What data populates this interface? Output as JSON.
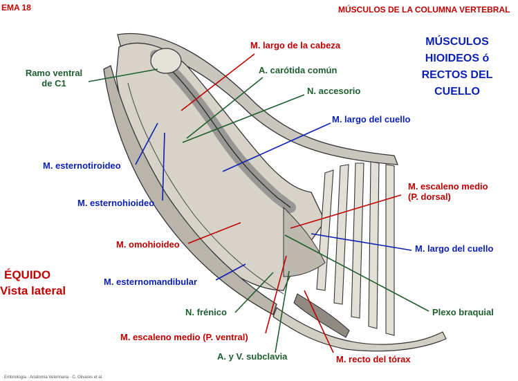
{
  "header": {
    "left": "EMA 18",
    "right": "MÚSCULOS DE LA COLUMNA VERTEBRAL"
  },
  "title_block": {
    "lines": [
      "MÚSCULOS",
      "HIOIDEOS ó",
      "RECTOS DEL",
      "CUELLO"
    ]
  },
  "species": {
    "line1": "ÉQUIDO",
    "line2": "Vista lateral"
  },
  "labels": {
    "ramo_ventral_1": "Ramo ventral",
    "ramo_ventral_2": "de C1",
    "largo_cabeza": "M. largo de la cabeza",
    "carotida": "A. carótida común",
    "accesorio": "N. accesorio",
    "largo_cuello_top": "M. largo del cuello",
    "esternotiroideo": "M. esternotiroideo",
    "esternohioideo": "M. esternohioideo",
    "escaleno_dorsal_1": "M. escaleno medio",
    "escaleno_dorsal_2": "(P. dorsal)",
    "largo_cuello_right": "M. largo del cuello",
    "omohioideo": "M. omohioideo",
    "esternomandibular": "M. esternomandibular",
    "frenico": "N. frénico",
    "plexo": "Plexo braquial",
    "escaleno_ventral": "M. escaleno medio (P. ventral)",
    "subclavia": "A. y V. subclavia",
    "recto_torax": "M. recto del tórax"
  },
  "footer": "Embriología - Anatomía Veterinaria - C. Olivares et al."
}
